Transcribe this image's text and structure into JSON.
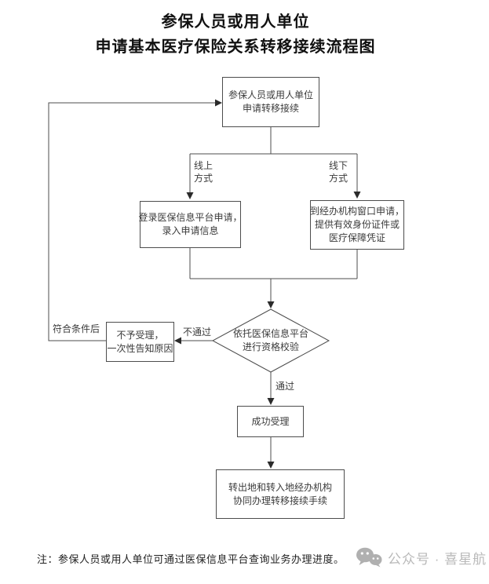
{
  "title": {
    "line1": "参保人员或用人单位",
    "line2": "申请基本医疗保险关系转移接续流程图"
  },
  "flowchart": {
    "apply_box": {
      "line1": "参保人员或用人单位",
      "line2": "申请转移接续"
    },
    "online_box": {
      "line1": "登录医保信息平台申请，",
      "line2": "录入申请信息"
    },
    "offline_box": {
      "line1": "到经办机构窗口申请，",
      "line2": "提供有效身份证件或",
      "line3": "医疗保障凭证"
    },
    "decision_diamond": {
      "line1": "依托医保信息平台",
      "line2": "进行资格校验"
    },
    "reject_box": {
      "line1": "不予受理，",
      "line2": "一次性告知原因"
    },
    "success_box": {
      "label": "成功受理"
    },
    "final_box": {
      "line1": "转出地和转入地经办机构",
      "line2": "协同办理转移接续手续"
    },
    "labels": {
      "online_line1": "线上",
      "online_line2": "方式",
      "offline_line1": "线下",
      "offline_line2": "方式",
      "fail": "不通过",
      "pass": "通过",
      "qualified": "符合条件后"
    }
  },
  "note": "注：参保人员或用人单位可通过医保信息平台查询业务办理进度。",
  "watermark": {
    "label": "公众号 · 喜星航"
  },
  "colors": {
    "line": "#4d4d4d",
    "arrow": "#2b2b2b",
    "text": "#3b3b3b",
    "watermark": "#b9b9b9",
    "background": "#ffffff"
  }
}
